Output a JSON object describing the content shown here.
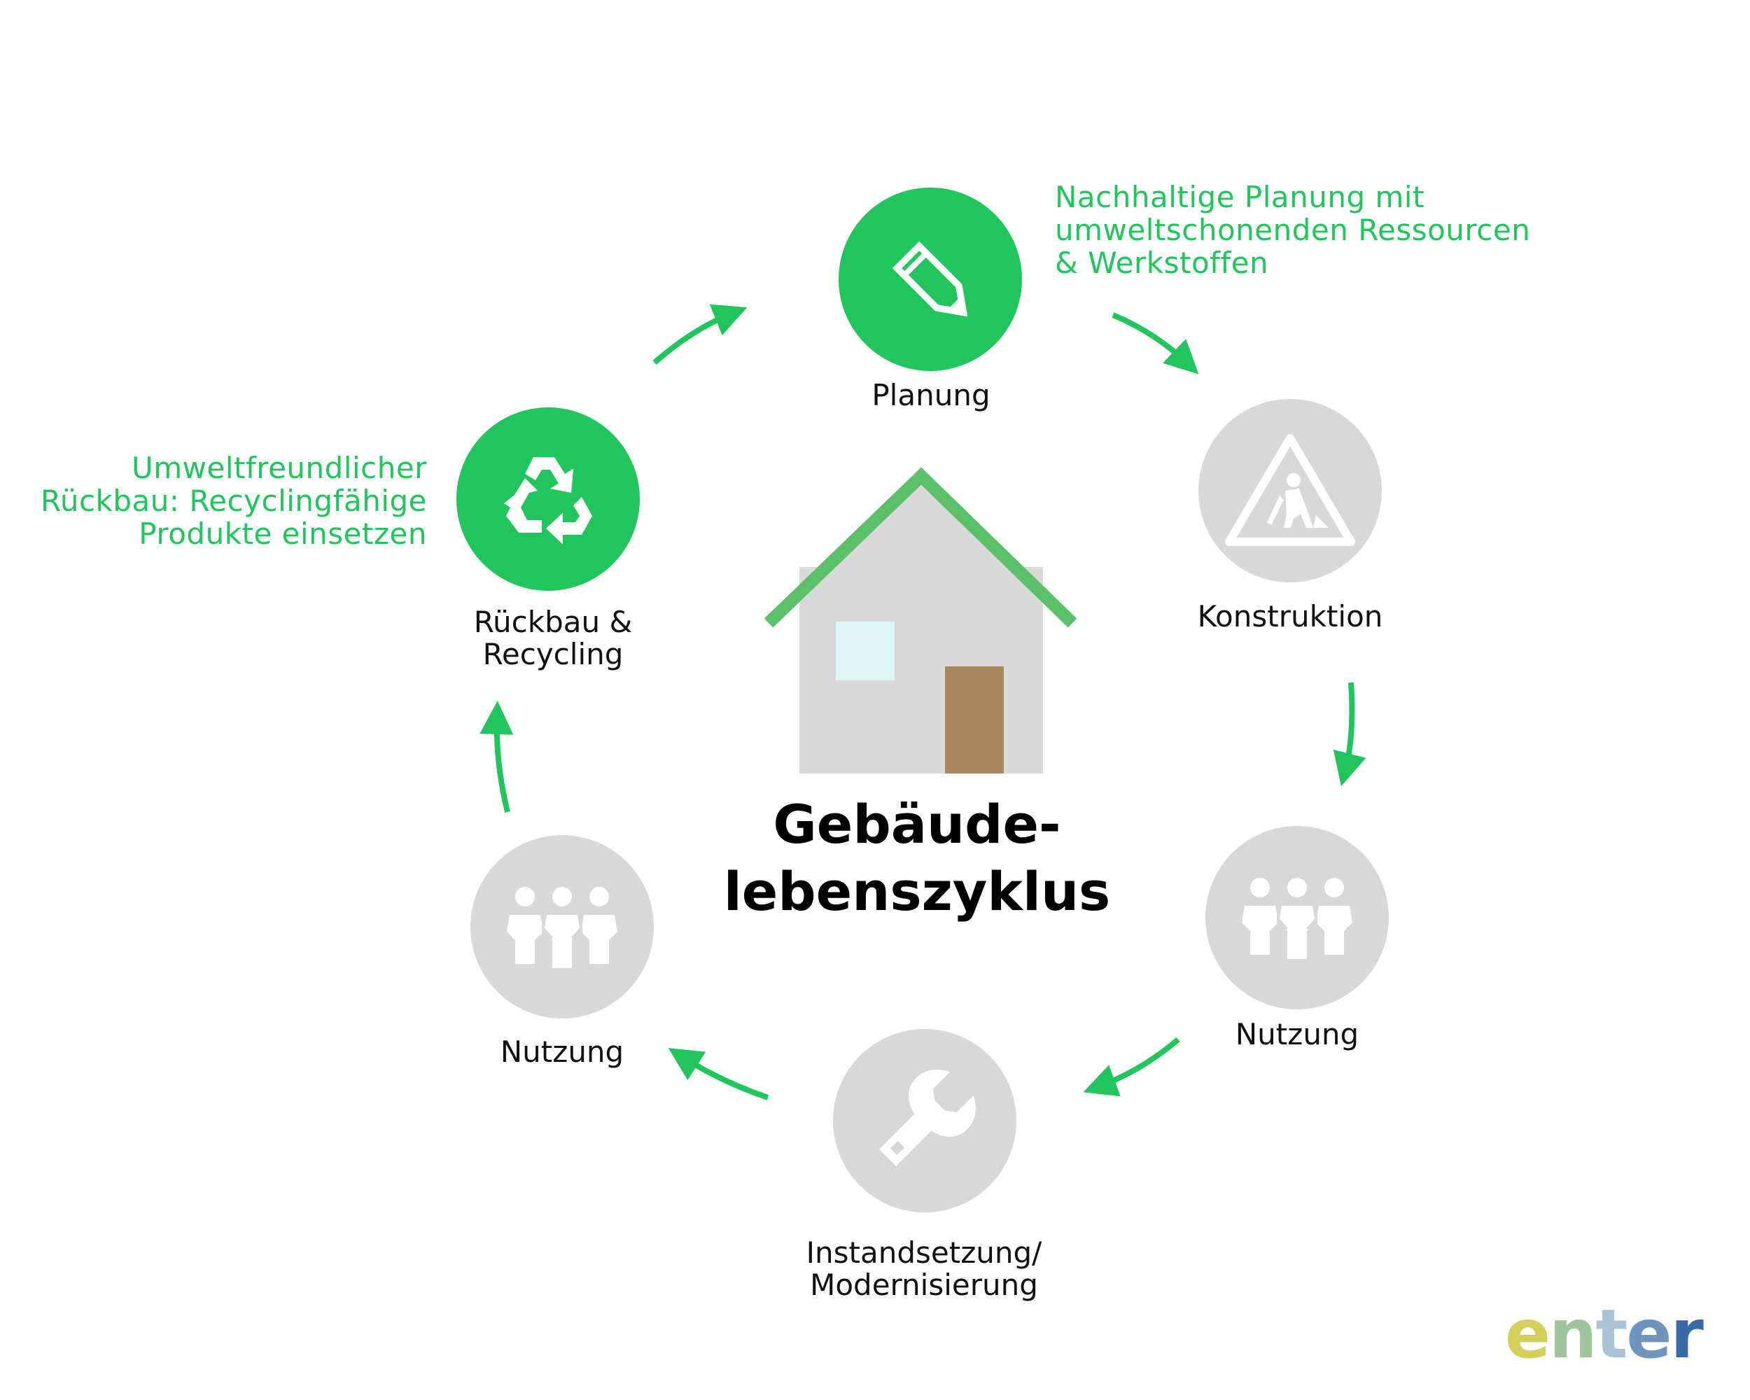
{
  "center": {
    "title_line1": "Gebäude-",
    "title_line2": "lebenszyklus"
  },
  "stages": {
    "planung": {
      "label": "Planung",
      "icon": "pencil-icon",
      "state": "active"
    },
    "konstruktion": {
      "label": "Konstruktion",
      "icon": "construction-sign-icon",
      "state": "inactive"
    },
    "nutzung_right": {
      "label": "Nutzung",
      "icon": "people-icon",
      "state": "inactive"
    },
    "instandsetzung": {
      "label_line1": "Instandsetzung/",
      "label_line2": "Modernisierung",
      "icon": "wrench-icon",
      "state": "inactive"
    },
    "nutzung_left": {
      "label": "Nutzung",
      "icon": "people-icon",
      "state": "inactive"
    },
    "rueckbau": {
      "label_line1": "Rückbau &",
      "label_line2": "Recycling",
      "icon": "recycle-icon",
      "state": "active"
    }
  },
  "notes": {
    "planung": {
      "line1": "Nachhaltige Planung mit",
      "line2": "umweltschonenden Ressourcen",
      "line3": "& Werkstoffen"
    },
    "rueckbau": {
      "line1": "Umweltfreundlicher",
      "line2": "Rückbau: Recyclingfähige",
      "line3": "Produkte einsetzen"
    }
  },
  "logo": {
    "letter1": "e",
    "letter2": "n",
    "letter3": "t",
    "letter4": "e",
    "letter5": "r"
  },
  "colors": {
    "accent": "#21c45d",
    "inactive": "#d8d8d8",
    "roof": "#5cbf6a",
    "wall": "#d9d9d9",
    "door": "#a88660",
    "window": "#dff6f7"
  }
}
